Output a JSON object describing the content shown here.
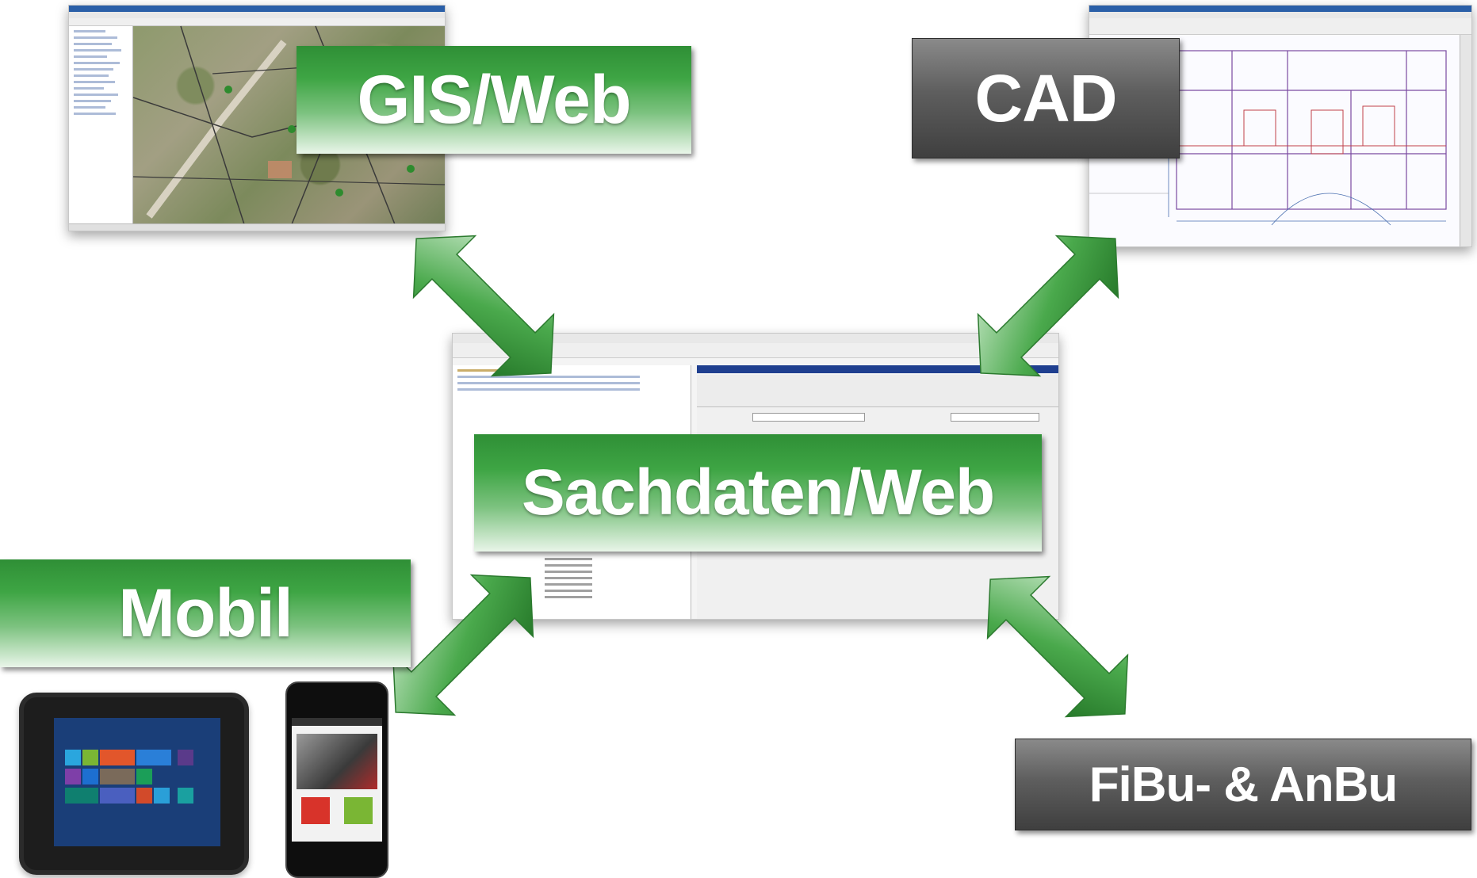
{
  "labels": {
    "gis": "GIS/Web",
    "cad": "CAD",
    "sachdaten": "Sachdaten/Web",
    "mobil": "Mobil",
    "fibu": "FiBu- & AnBu"
  },
  "screenshots": {
    "gis": "gis-application-screenshot",
    "cad": "cad-floorplan-screenshot",
    "sachdaten": "facility-data-screenshot"
  },
  "devices": [
    "rugged-tablet",
    "smartphone"
  ],
  "colors": {
    "green_label": "#3ea544",
    "gray_label": "#5e5e5e",
    "arrow_green": "#3c9a3e"
  },
  "icons": {
    "arrows": "double-headed-diagonal-arrow"
  }
}
